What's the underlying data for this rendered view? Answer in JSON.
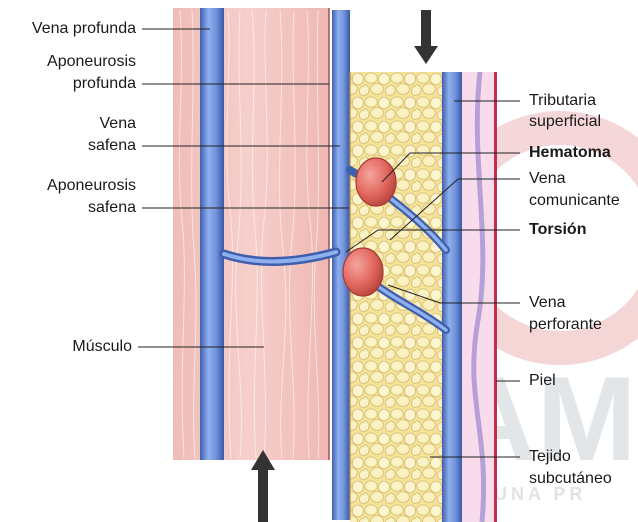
{
  "labels": {
    "vena_profunda": "Vena profunda",
    "aponeurosis_profunda_1": "Aponeurosis",
    "aponeurosis_profunda_2": "profunda",
    "vena_safena_1": "Vena",
    "vena_safena_2": "safena",
    "aponeurosis_safena_1": "Aponeurosis",
    "aponeurosis_safena_2": "safena",
    "musculo": "Músculo",
    "tributaria_1": "Tributaria",
    "tributaria_2": "superficial",
    "hematoma": "Hematoma",
    "vena_comunicante_1": "Vena",
    "vena_comunicante_2": "comunicante",
    "torsion": "Torsión",
    "vena_perforante_1": "Vena",
    "vena_perforante_2": "perforante",
    "piel": "Piel",
    "tejido_1": "Tejido",
    "tejido_2": "subcutáneo"
  },
  "watermark": {
    "text_big": "AMC",
    "text_small": "PARA UNA PR"
  },
  "colors": {
    "muscle": "#f2c4c0",
    "vein": "#6f8fd6",
    "vein_dark": "#3f5fae",
    "fat": "#f7eeb0",
    "hematoma": "#e4706a",
    "skin": "#f6d6e6",
    "arrow": "#333333",
    "leader": "#222222"
  }
}
